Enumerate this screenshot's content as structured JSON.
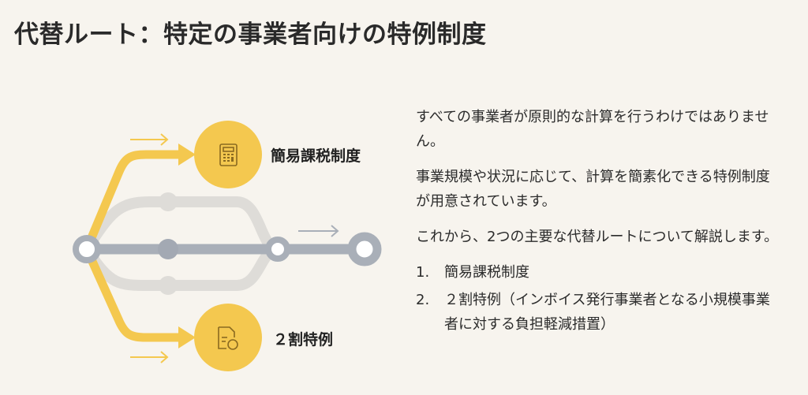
{
  "title": "代替ルート：特定の事業者向けの特例制度",
  "diagram": {
    "route1_label": "簡易課税制度",
    "route1_icon": "calculator-icon",
    "route2_label": "２割特例",
    "route2_icon": "document-coin-icon",
    "colors": {
      "yellow": "#f4c84f",
      "gray": "#a9afb8",
      "light_gray": "#dedcd8"
    }
  },
  "text": {
    "paragraphs": [
      "すべての事業者が原則的な計算を行うわけではありません。",
      "事業規模や状況に応じて、計算を簡素化できる特例制度が用意されています。",
      "これから、2つの主要な代替ルートについて解説します。"
    ],
    "list": [
      {
        "num": "1.",
        "text": "簡易課税制度"
      },
      {
        "num": "2.",
        "text": "２割特例（インボイス発行事業者となる小規模事業者に対する負担軽減措置）"
      }
    ]
  }
}
